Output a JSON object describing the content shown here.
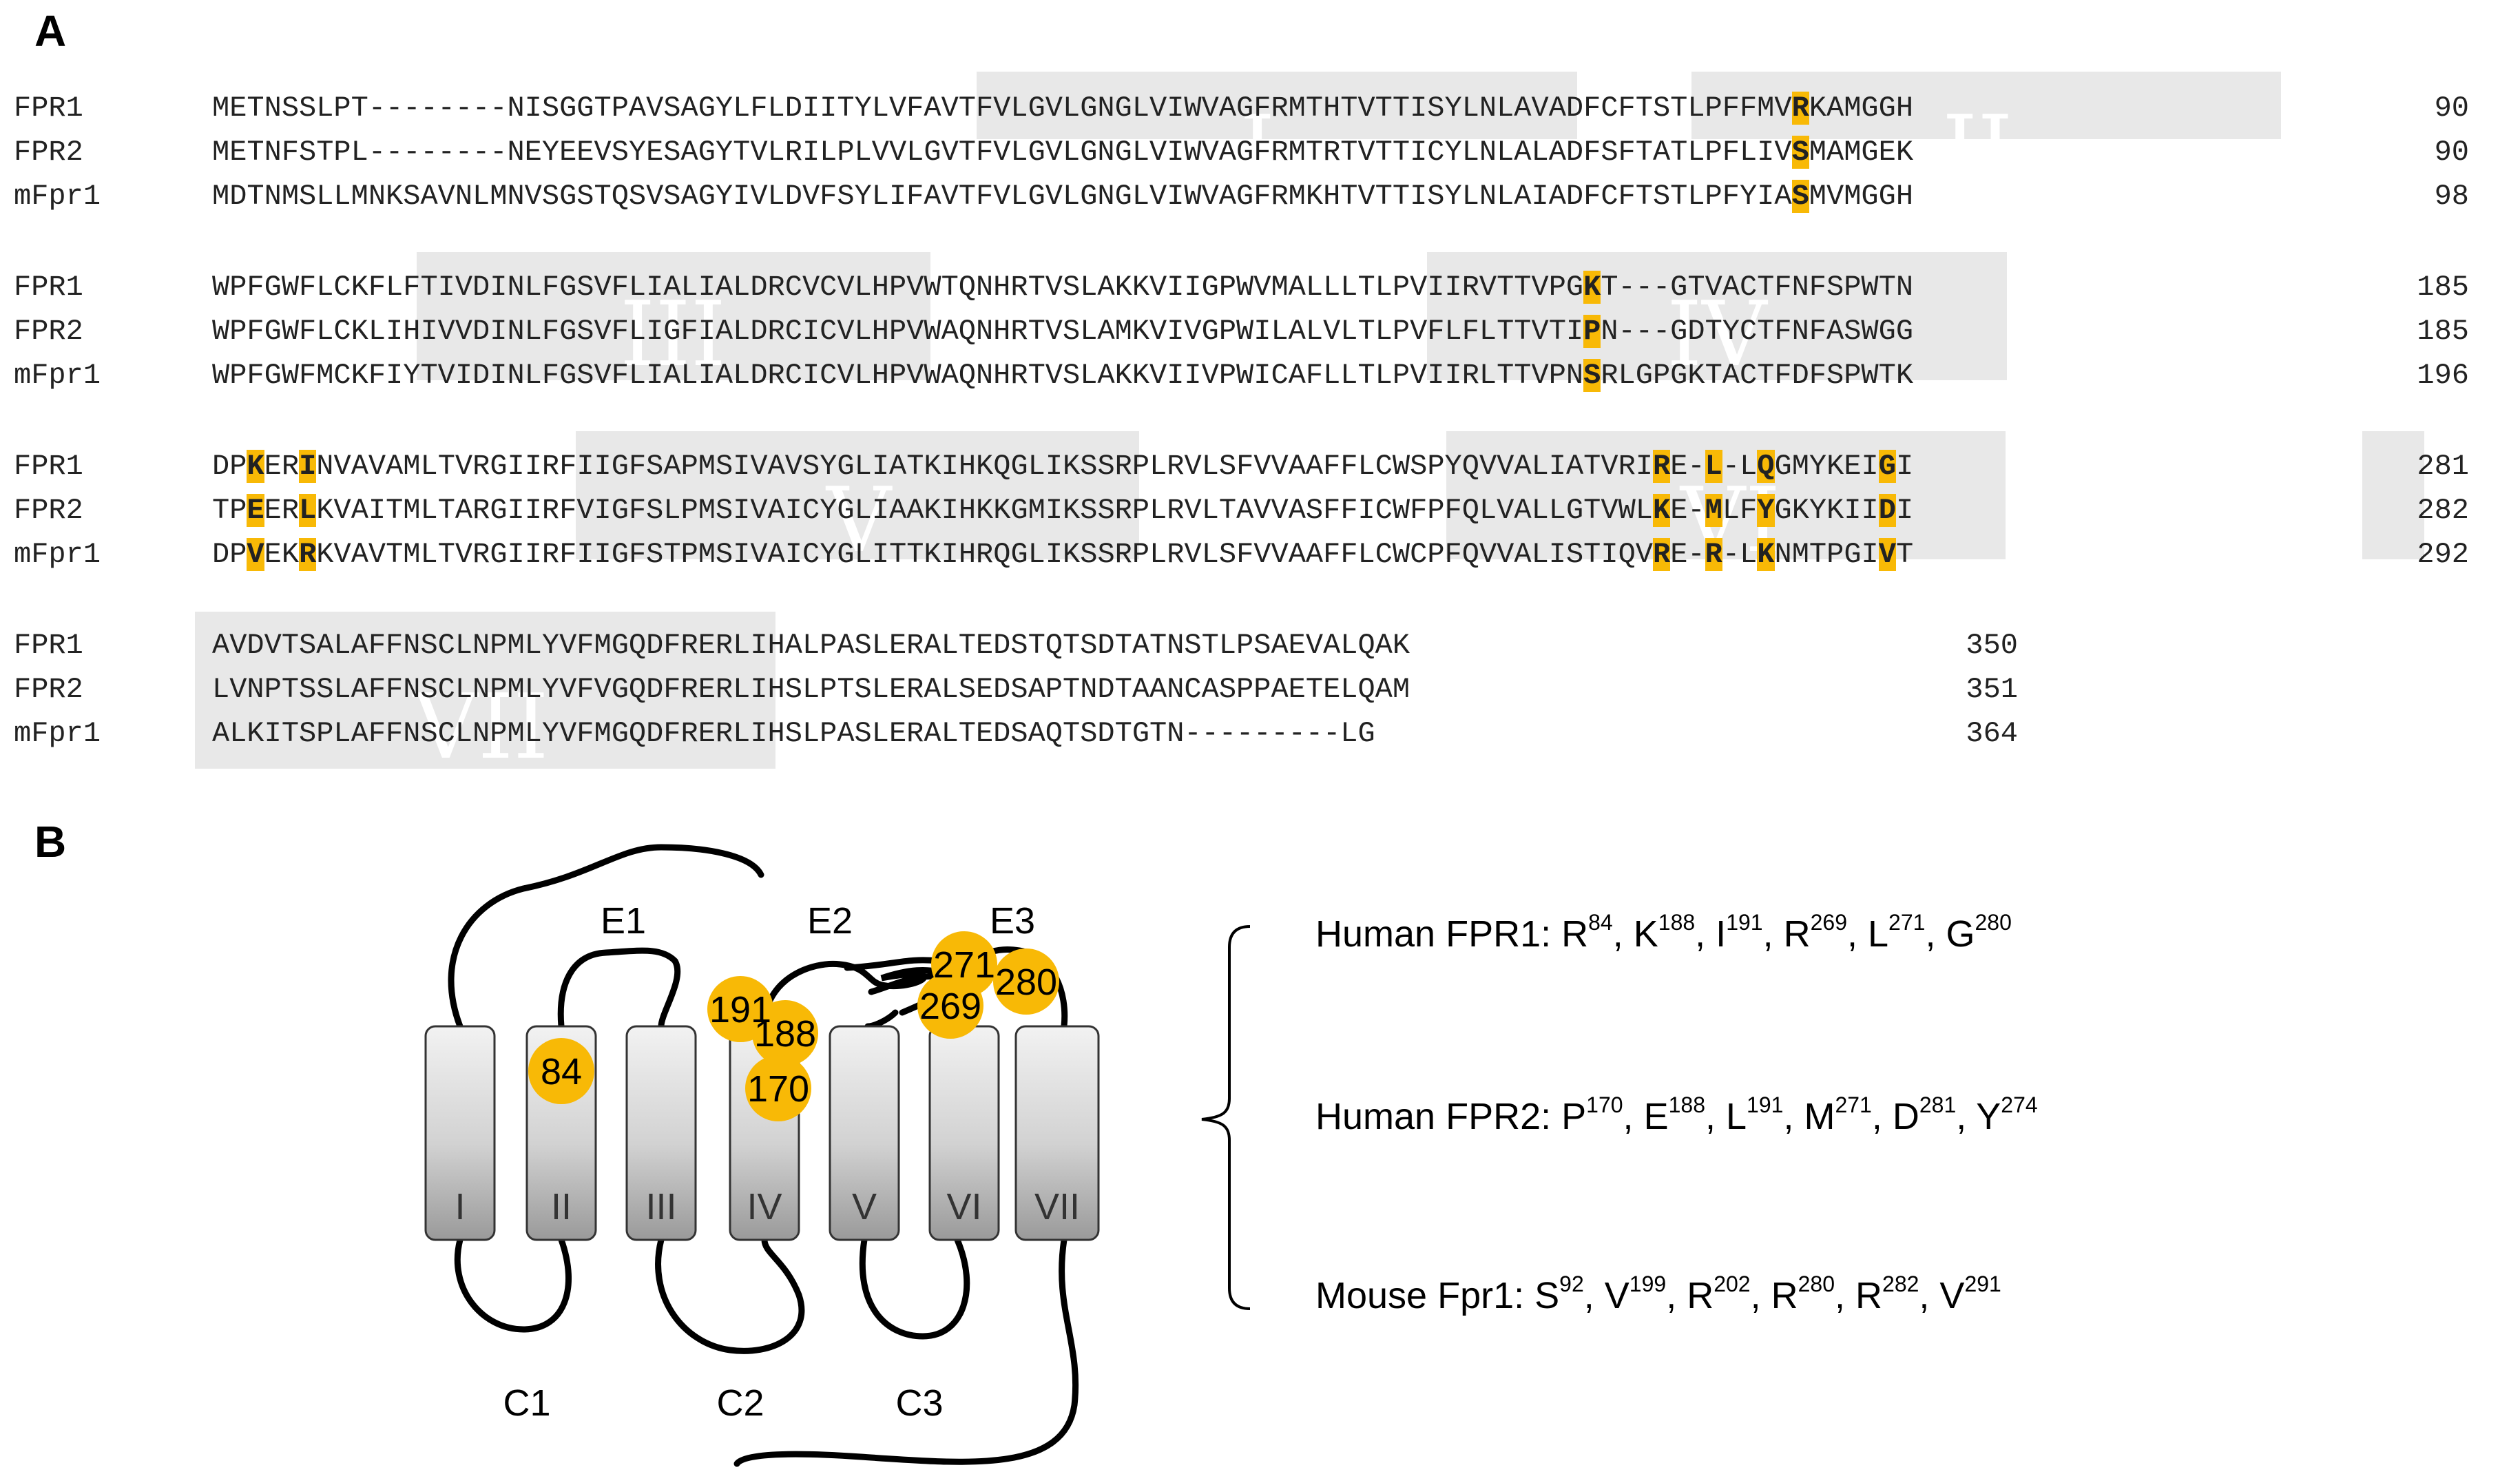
{
  "panel_labels": {
    "a": "A",
    "b": "B"
  },
  "alignment": {
    "blocks": [
      {
        "rows": [
          {
            "label": "FPR1",
            "pre": "METNSSLPT--------NISGGTPAVSAGYLFLDIITYLVFAVTFVLGVLGNGLVIWVAGFRMTHTVTTISYLNLAVADFCFTSTLPFFMV",
            "hl": "R",
            "post": "KAMGGH",
            "end": "90"
          },
          {
            "label": "FPR2",
            "pre": "METNFSTPL--------NEYEEVSYESAGYTVLRILPLVVLGVTFVLGVLGNGLVIWVAGFRMTRTVTTICYLNLALADFSFTATLPFLIV",
            "hl": "S",
            "post": "MAMGEK",
            "end": "90"
          },
          {
            "label": "mFpr1",
            "pre": "MDTNMSLLMNKSAVNLMNVSGSTQSVSAGYIVLDVFSYLIFAVTFVLGVLGNGLVIWVAGFRMKHTVTTISYLNLAIADFCFTSTLPFYIA",
            "hl": "S",
            "post": "MVMGGH",
            "end": "98"
          }
        ],
        "tm_labels": [
          "I",
          "II"
        ]
      },
      {
        "rows": [
          {
            "label": "FPR1",
            "pre": "WPFGWFLCKFLFTIVDINLFGSVFLIALIALDRCVCVLHPVWTQNHRTVSLAKKVIIGPWVMALLLTLPVIIRVTTVPG",
            "hl": "K",
            "post": "T---GTVACTFNFSPWTN",
            "end": "185"
          },
          {
            "label": "FPR2",
            "pre": "WPFGWFLCKLIHIVVDINLFGSVFLIGFIALDRCICVLHPVWAQNHRTVSLAMKVIVGPWILALVLTLPVFLFLTTVTI",
            "hl": "P",
            "post": "N---GDTYCTFNFASWGG",
            "end": "185"
          },
          {
            "label": "mFpr1",
            "pre": "WPFGWFMCKFIYTVIDINLFGSVFLIALIALDRCICVLHPVWAQNHRTVSLAKKVIIVPWICAFLLTLPVIIRLTTVPN",
            "hl": "S",
            "post": "RLGPGKTACTFDFSPWTK",
            "end": "196"
          }
        ],
        "tm_labels": [
          "III",
          "IV"
        ]
      },
      {
        "rows": [
          {
            "label": "FPR1",
            "segs": [
              "DP",
              "#K",
              "ER",
              "#I",
              "NVAVAMLTVRGIIRFIIGFSAPMSIVAVSYGLIATKIHKQGLIKSSRPLRVLSFVVAAFFLCWSPYQVVALIATVRI",
              "#R",
              "E-",
              "#L",
              "-L",
              "#Q",
              "GMYKEI",
              "#G",
              "I"
            ],
            "end": "281"
          },
          {
            "label": "FPR2",
            "segs": [
              "TP",
              "#E",
              "ER",
              "#L",
              "KVAITMLTARGIIRFVIGFSLPMSIVAICYGLIAAKIHKKGMIKSSRPLRVLTAVVASFFICWFPFQLVALLGTVWL",
              "#K",
              "E-",
              "#M",
              "LF",
              "#Y",
              "GKYKII",
              "#D",
              "I"
            ],
            "end": "282"
          },
          {
            "label": "mFpr1",
            "segs": [
              "DP",
              "#V",
              "EK",
              "#R",
              "KVAVTMLTVRGIIRFIIGFSTPMSIVAICYGLITTKIHRQGLIKSSRPLRVLSFVVAAFFLCWCPFQVVALISTIQV",
              "#R",
              "E-",
              "#R",
              "-L",
              "#K",
              "NMTPGI",
              "#V",
              "T"
            ],
            "end": "292"
          }
        ],
        "tm_labels": [
          "V",
          "VI"
        ]
      },
      {
        "rows": [
          {
            "label": "FPR1",
            "seq": "AVDVTSALAFFNSCLNPMLYVFMGQDFRERLIHALPASLERALTEDSTQTSDTATNSTLPSAEVALQAK",
            "end": "350"
          },
          {
            "label": "FPR2",
            "seq": "LVNPTSSLAFFNSCLNPMLYVFVGQDFRERLIHSLPTSLERALSEDSAPTNDTAANCASPPAETELQAM",
            "end": "351"
          },
          {
            "label": "mFpr1",
            "seq": "ALKITSPLAFFNSCLNPMLYVFMGQDFRERLIHSLPASLERALTEDSAQTSDTGTN---------LG",
            "end": "364"
          }
        ],
        "tm_labels": [
          "VII"
        ]
      }
    ]
  },
  "diagram": {
    "helices": [
      "I",
      "II",
      "III",
      "IV",
      "V",
      "VI",
      "VII"
    ],
    "loops": {
      "e1": "E1",
      "e2": "E2",
      "e3": "E3",
      "c1": "C1",
      "c2": "C2",
      "c3": "C3"
    },
    "residues": [
      "84",
      "191",
      "188",
      "170",
      "271",
      "269",
      "280"
    ],
    "colors": {
      "residue": "#F8B906",
      "helix_top": "#f2f2f2",
      "helix_bottom": "#9a9a9a",
      "alignment_highlight": "#F8B906",
      "tm_shade": "#e8e8e8"
    }
  },
  "legend": {
    "fpr1": {
      "prefix": "Human FPR1: ",
      "items": [
        [
          "R",
          "84"
        ],
        [
          "K",
          "188"
        ],
        [
          "I",
          "191"
        ],
        [
          "R",
          "269"
        ],
        [
          "L",
          "271"
        ],
        [
          "G",
          "280"
        ]
      ]
    },
    "fpr2": {
      "prefix": "Human FPR2: ",
      "items": [
        [
          "P",
          "170"
        ],
        [
          "E",
          "188"
        ],
        [
          "L",
          "191"
        ],
        [
          "M",
          "271"
        ],
        [
          "D",
          "281"
        ],
        [
          "Y",
          "274"
        ]
      ]
    },
    "mfpr1": {
      "prefix": "Mouse Fpr1: ",
      "items": [
        [
          "S",
          "92"
        ],
        [
          "V",
          "199"
        ],
        [
          "R",
          "202"
        ],
        [
          "R",
          "280"
        ],
        [
          "R",
          "282"
        ],
        [
          "V",
          "291"
        ]
      ]
    }
  }
}
